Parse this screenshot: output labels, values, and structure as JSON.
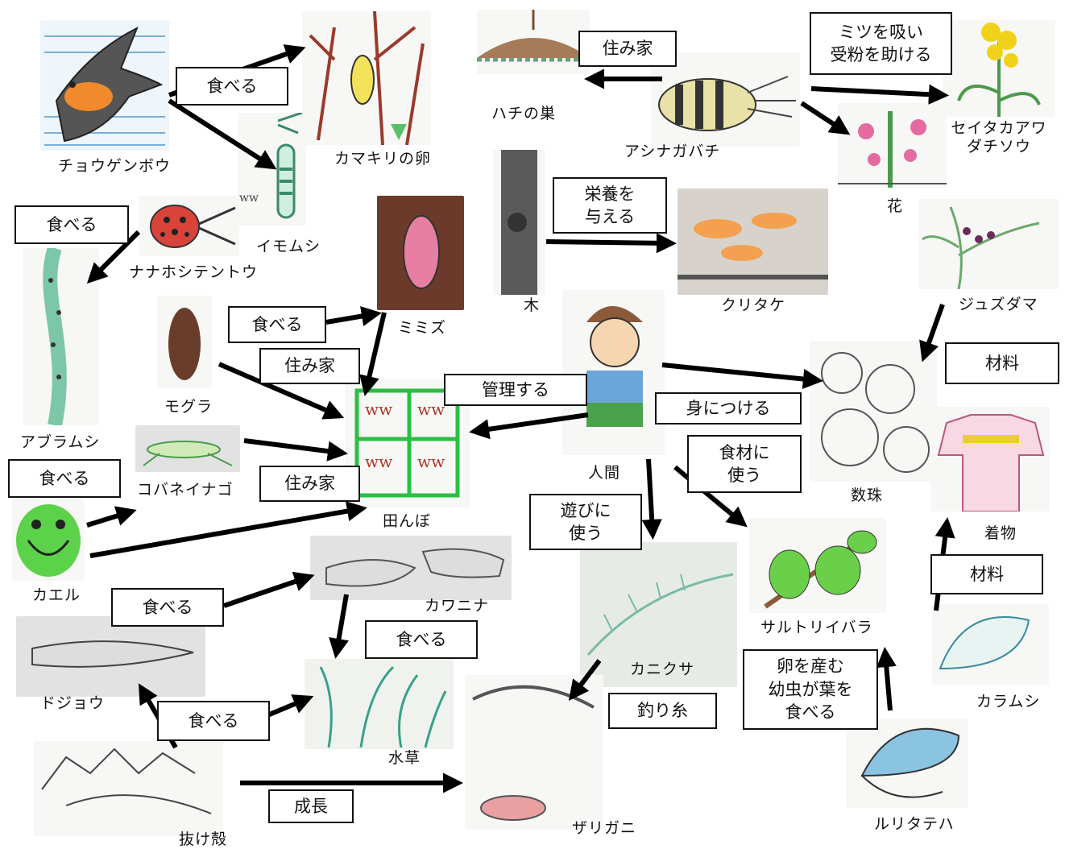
{
  "organisms": {
    "chougenbou": "チョウゲンボウ",
    "kamakiri_egg": "カマキリの卵",
    "hachi_nest": "ハチの巣",
    "ashinagabachi": "アシナガバチ",
    "seitaka": "セイタカアワダチソウ",
    "hana": "花",
    "imomushi": "イモムシ",
    "nanahoshi": "ナナホシテントウ",
    "aburamushi": "アブラムシ",
    "mimizu": "ミミズ",
    "ki": "木",
    "kuritake": "クリタケ",
    "juzudama": "ジュズダマ",
    "mogura": "モグラ",
    "tanbo": "田んぼ",
    "ningen": "人間",
    "juzu": "数珠",
    "kimono": "着物",
    "kobaneinago": "コバネイナゴ",
    "kaeru": "カエル",
    "kawanina": "カワニナ",
    "kanikusa": "カニクサ",
    "sarutoriibara": "サルトリイバラ",
    "dojou": "ドジョウ",
    "suisou": "水草",
    "zarigani": "ザリガニ",
    "karamushi": "カラムシ",
    "nukegara": "抜け殻",
    "ruritateha": "ルリタテハ"
  },
  "relations": {
    "taberu_1": "食べる",
    "sumika_1": "住み家",
    "mitsu": "ミツを吸い\n受粉を助ける",
    "taberu_2": "食べる",
    "eiyou": "栄養を\n与える",
    "taberu_3": "食べる",
    "sumika_2": "住み家",
    "kanri": "管理する",
    "zairyou_1": "材料",
    "mini": "身につける",
    "shokuzai": "食材に\n使う",
    "taberu_4": "食べる",
    "sumika_3": "住み家",
    "asobi": "遊びに\n使う",
    "zairyou_2": "材料",
    "taberu_5": "食べる",
    "taberu_6": "食べる",
    "tamago": "卵を産む\n幼虫が葉を\n食べる",
    "tsuriito": "釣り糸",
    "taberu_7": "食べる",
    "seichou": "成長"
  },
  "colors": {
    "arrow": "#000000",
    "label_border": "#111111"
  }
}
